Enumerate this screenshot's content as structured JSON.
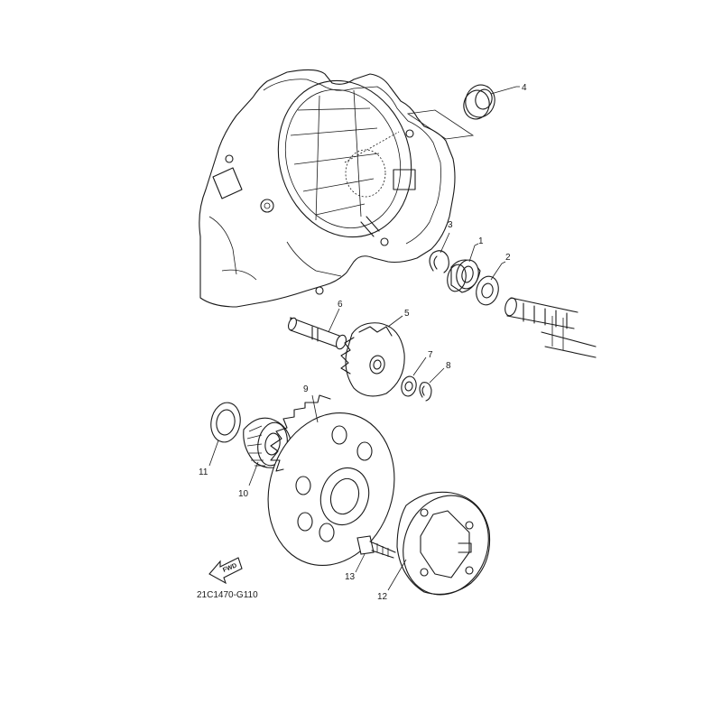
{
  "diagram": {
    "callouts": [
      "1",
      "2",
      "3",
      "4",
      "5",
      "6",
      "7",
      "8",
      "9",
      "10",
      "11",
      "12",
      "13"
    ],
    "fwd_label": "FWD",
    "drawing_code": "21C1470-G110"
  }
}
